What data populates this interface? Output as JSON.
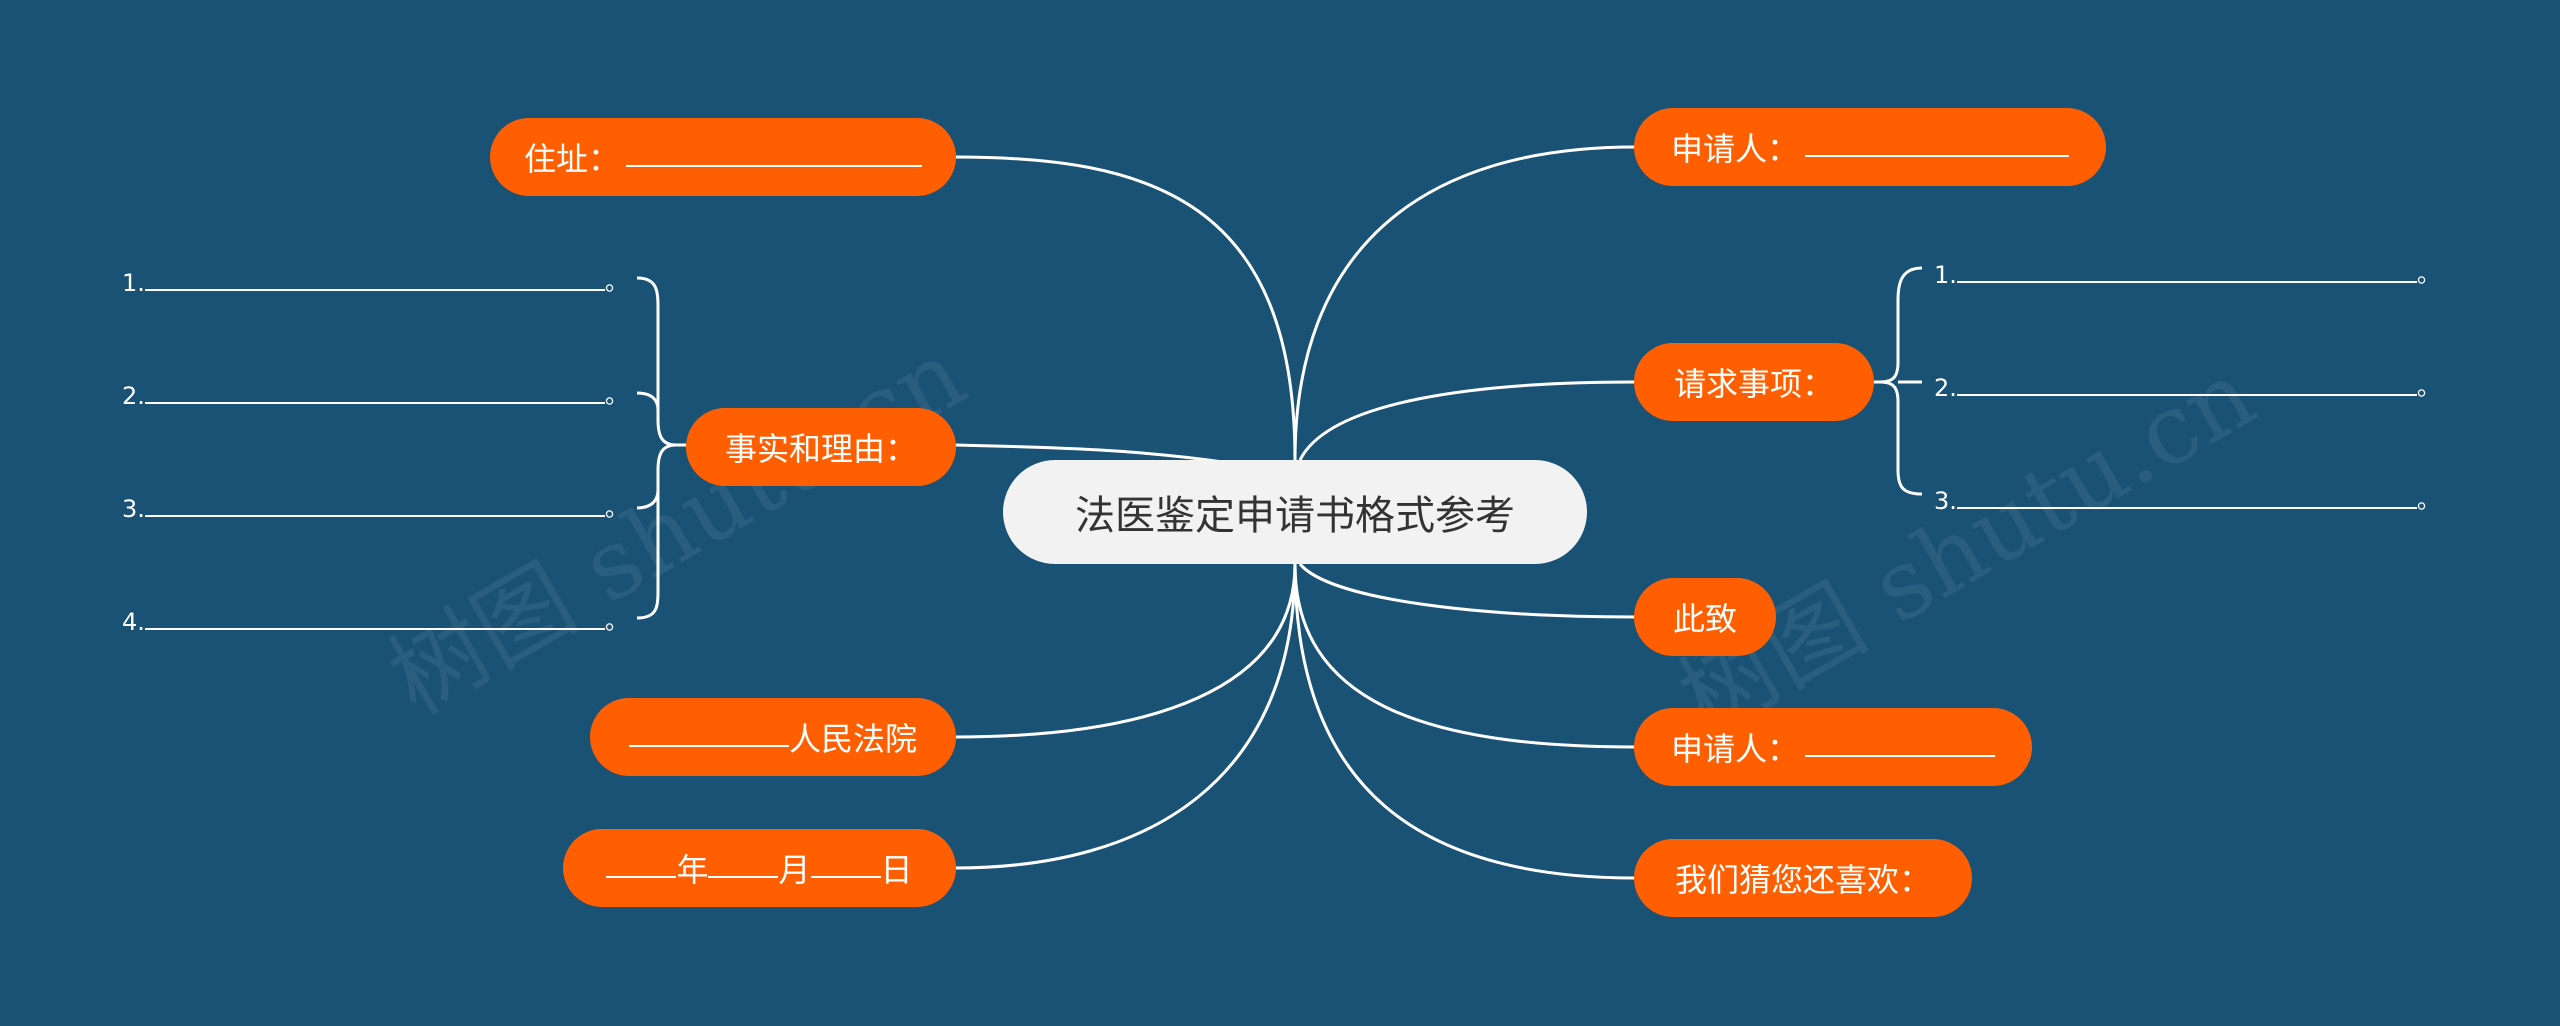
{
  "center": {
    "label": "法医鉴定申请书格式参考"
  },
  "left_nodes": {
    "address": "住址：",
    "facts": "事实和理由：",
    "court": "人民法院",
    "date": {
      "year": "年",
      "month": "月",
      "day": "日"
    }
  },
  "right_nodes": {
    "applicant1": "申请人：",
    "requests": "请求事项：",
    "closing": "此致",
    "applicant2": "申请人：",
    "recommend": "我们猜您还喜欢："
  },
  "fact_items": [
    {
      "num": "1.",
      "end": "。"
    },
    {
      "num": "2.",
      "end": "。"
    },
    {
      "num": "3.",
      "end": "。"
    },
    {
      "num": "4.",
      "end": "。"
    }
  ],
  "request_items": [
    {
      "num": "1.",
      "end": "。"
    },
    {
      "num": "2.",
      "end": "。"
    },
    {
      "num": "3.",
      "end": "。"
    }
  ],
  "watermark": "树图 shutu.cn",
  "colors": {
    "background": "#1a5276",
    "node": "#ff5f00",
    "center": "#f2f2f2",
    "line": "#ffffff"
  }
}
